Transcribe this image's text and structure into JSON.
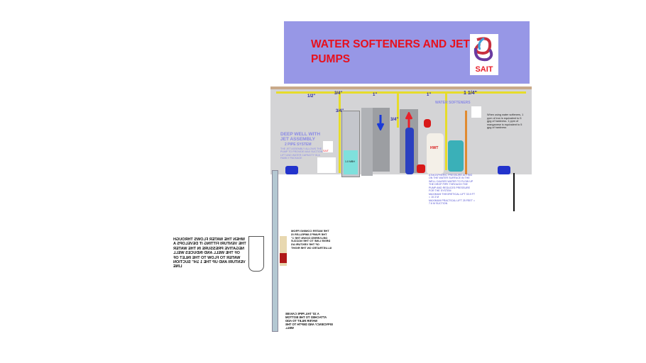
{
  "banner": {
    "title": "WATER SOFTENERS AND JET PUMPS",
    "logo_text": "SAIT"
  },
  "pipe_sizes": [
    "1/2\"",
    "3/4\"",
    "1\"",
    "1\"",
    "1 1/4\"",
    "3/4\"",
    "3/4\""
  ],
  "wall": {
    "softeners_heading": "WATER SOFTENERS",
    "deep_well_heading": "DEEP WELL WITH JET ASSEMBLY",
    "deep_well_sub": "2 PIPE SYSTEM",
    "deep_well_body": "THE JET ASSEMBLY ALLOWS THE PUMP TO PROVIDE MAX SUCTION LIFT AND WATER CAPACITY IN A FAMILY PACKAGE",
    "softener_note": "When using water softeners, 1 ppm of iron is equivalent to 5 gpg of hardness. 1 ppm of manganese is equivalent to 5 gpg of hardness",
    "furnace_label": "1.0 MBH",
    "hwt_label": "HWT",
    "logo_text": "SAIT"
  },
  "notes": {
    "atmospheric": "ATMOSPHERIC PRESSURE ACTING ON THE WATER SURFACE IN THE WELL CAUSES WATER TO FLOW UP THE DROP PIPE THROUGH THE PUMP AND REDUCES PRESSURE FOR THE SYSTEM",
    "theoretical_lift": "MAXIMUM THEORETICAL LIFT 33.9 FT = 10.3 M",
    "practical_lift": "MAXIMUM PRACTICAL LIFT 25 FEET = 7.6 M SUCTION"
  },
  "mirrored_notes": {
    "venturi": "WHEN THE WATER FLOWS THROUGH THE VENTURI FITTING IT DEVELOPS A NEGATIVE PRESSURE IN THE WATER OF THE WELL AND INDUCES WELL WATER TO FLOW TO THE INLET OF VENTURI AND UP THE 1 1/4\" SUCTION LINE",
    "water_coming": "THE WATER COMING FROM THE PUMP'S IMPELLER IS DELIVERED DOWN THE 1\" DRIVE LINE TO THE NOZZLE OF THE VENTURI AS ILLUSTRATED ON THE RIGHT",
    "tail_pipe": "A 33' TAIL PIPE CAN BE ATTACHED TO THE BOTTOM WATER INLET TO ADD EFFICIENCY AND DEPTH TO THE WELL"
  },
  "colors": {
    "banner": "#9797e6",
    "title": "#e8101c",
    "pipe": "#e6dc2a",
    "wall": "#d4d4d6"
  }
}
